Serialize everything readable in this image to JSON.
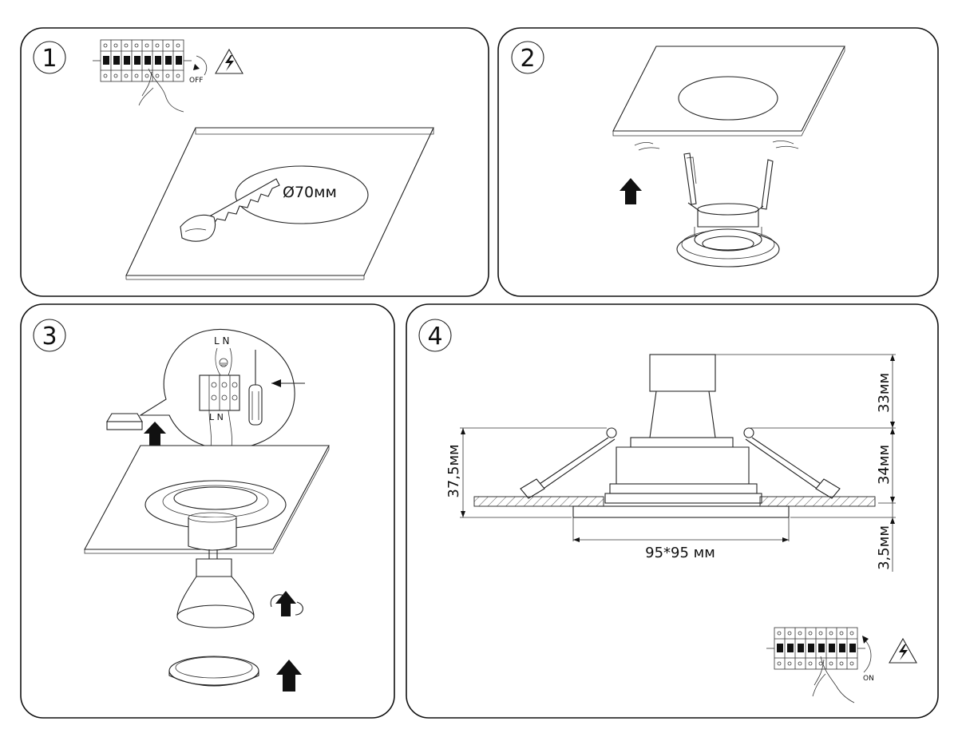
{
  "steps": [
    {
      "number": "1",
      "power_label": "OFF",
      "hole_label": "Ø70мм"
    },
    {
      "number": "2"
    },
    {
      "number": "3",
      "terminal_top": "L N",
      "terminal_bottom": "L N"
    },
    {
      "number": "4",
      "power_label": "ON"
    }
  ],
  "dimensions": {
    "height_top": "33мм",
    "height_mid": "34мм",
    "height_bottom": "3,5мм",
    "height_left": "37,5мм",
    "width": "95*95 мм"
  },
  "icons": [
    "breaker-panel-icon",
    "high-voltage-icon",
    "saw-icon",
    "up-arrow-icon",
    "rotate-arrow-icon",
    "screwdriver-icon",
    "ground-icon"
  ]
}
